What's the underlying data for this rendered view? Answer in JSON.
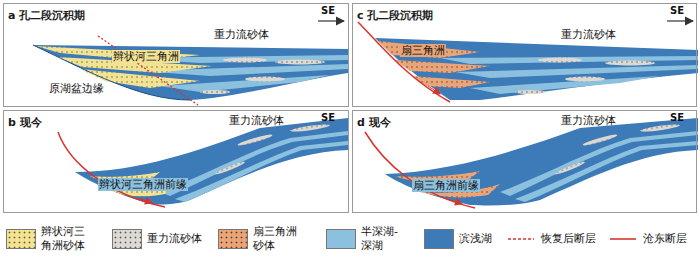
{
  "diagram": {
    "nodes": [
      {
        "text": [
          "a 孔二段沉积期"
        ]
      },
      {
        "text": [
          "c 孔二段沉积期"
        ]
      },
      {
        "text": [
          "b 现今"
        ]
      },
      {
        "text": [
          "d 现今"
        ]
      }
    ],
    "edges": [],
    "labels": [
      "SE",
      "辫状河三角洲",
      "原湖盆边缘",
      "重力流砂体",
      "SE",
      "扇三角洲",
      "重力流砂体",
      "SE",
      "辫状河三角洲前缘",
      "重力流砂体",
      "SE",
      "扇三角洲前缘",
      "重力流砂体"
    ],
    "legend": [
      {
        "text": "辫状河三角洲砂体",
        "color": "#f2e394"
      },
      {
        "text": "重力流砂体",
        "color": "#dcd8d2"
      },
      {
        "text": "扇三角洲砂体",
        "color": "#e9a57a"
      },
      {
        "text": "半深湖-深湖",
        "color": "#8cc0df"
      },
      {
        "text": "滨浅湖",
        "color": "#3c7ab8"
      },
      {
        "text": "恢复后断层"
      },
      {
        "text": "沧东断层"
      }
    ]
  }
}
